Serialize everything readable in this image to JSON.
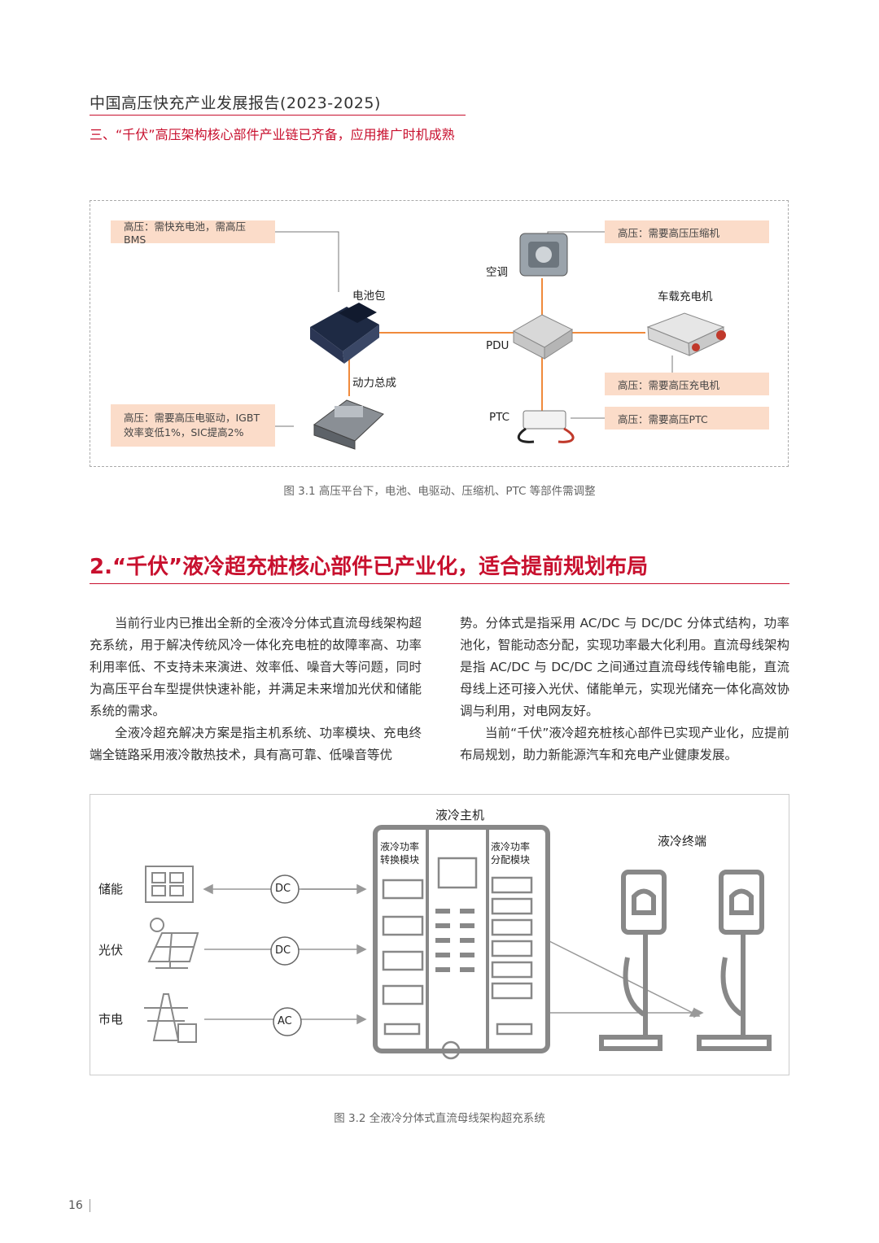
{
  "header": {
    "title": "中国高压快充产业发展报告(2023-2025)",
    "subtitle": "三、“千伏”高压架构核心部件产业链已齐备，应用推广时机成熟"
  },
  "figure1": {
    "notes": {
      "battery": "高压：需快充电池，需高压BMS",
      "compressor": "高压：需要高压压缩机",
      "charger": "高压：需要高压充电机",
      "ptc": "高压：需要高压PTC",
      "drive_line1": "高压：需要高压电驱动，IGBT",
      "drive_line2": "效率变低1%，SIC提高2%"
    },
    "labels": {
      "battery_pack": "电池包",
      "powertrain": "动力总成",
      "ac": "空调",
      "obc": "车载充电机",
      "pdu": "PDU",
      "ptc": "PTC"
    },
    "caption": "图 3.1  高压平台下，电池、电驱动、压缩机、PTC 等部件需调整",
    "line_color": "#f08a3c"
  },
  "section": {
    "title": "2.“千伏”液冷超充桩核心部件已产业化，适合提前规划布局"
  },
  "body": {
    "left": [
      "当前行业内已推出全新的全液冷分体式直流母线架构超充系统，用于解决传统风冷一体化充电桩的故障率高、功率利用率低、不支持未来演进、效率低、噪音大等问题，同时为高压平台车型提供快速补能，并满足未来增加光伏和储能系统的需求。",
      "全液冷超充解决方案是指主机系统、功率模块、充电终端全链路采用液冷散热技术，具有高可靠、低噪音等优"
    ],
    "right_continued": "势。分体式是指采用 AC/DC 与 DC/DC 分体式结构，功率池化，智能动态分配，实现功率最大化利用。直流母线架构是指 AC/DC 与 DC/DC 之间通过直流母线传输电能，直流母线上还可接入光伏、储能单元，实现光储充一体化高效协调与利用，对电网友好。",
    "right_para": "当前“千伏”液冷超充桩核心部件已实现产业化，应提前布局规划，助力新能源汽车和充电产业健康发展。"
  },
  "figure2": {
    "host_title": "液冷主机",
    "terminal_title": "液冷终端",
    "module_left_line1": "液冷功率",
    "module_left_line2": "转换模块",
    "module_right_line1": "液冷功率",
    "module_right_line2": "分配模块",
    "sources": [
      "储能",
      "光伏",
      "市电"
    ],
    "converters": [
      "DC",
      "DC",
      "AC"
    ],
    "caption": "图 3.2  全液冷分体式直流母线架构超充系统"
  },
  "footer": {
    "page": "16"
  }
}
